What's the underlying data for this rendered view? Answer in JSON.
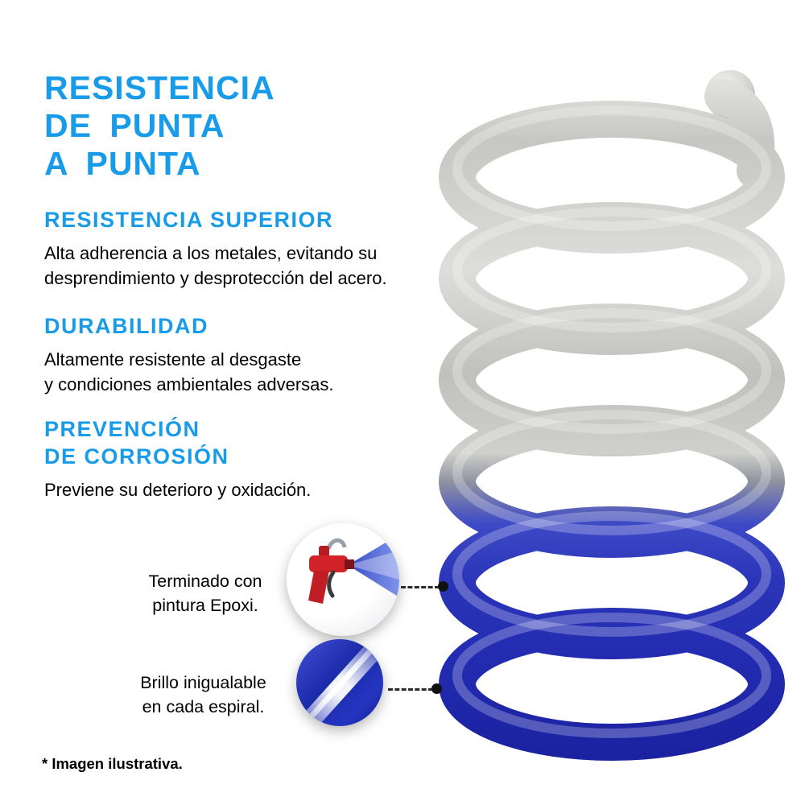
{
  "title": {
    "line1": "RESISTENCIA",
    "line2": "DE PUNTA",
    "line3": "A PUNTA"
  },
  "sections": [
    {
      "heading": "RESISTENCIA SUPERIOR",
      "line1": "Alta adherencia a los metales, evitando su",
      "line2": "desprendimiento y desprotección del acero."
    },
    {
      "heading": "DURABILIDAD",
      "line1": "Altamente resistente al desgaste",
      "line2": "y condiciones ambientales adversas."
    },
    {
      "heading_line1": "PREVENCIÓN",
      "heading_line2": "DE CORROSIÓN",
      "line1": "Previene su deterioro y oxidación."
    }
  ],
  "callouts": [
    {
      "line1": "Terminado con",
      "line2": "pintura Epoxi."
    },
    {
      "line1": "Brillo inigualable",
      "line2": "en cada espiral."
    }
  ],
  "footnote": "* Imagen ilustrativa.",
  "colors": {
    "accent": "#189CE9",
    "body_text": "#000000",
    "spring_silver": "#CFCFCB",
    "spring_blue": "#2B35B8",
    "spray_red": "#D2232A"
  }
}
